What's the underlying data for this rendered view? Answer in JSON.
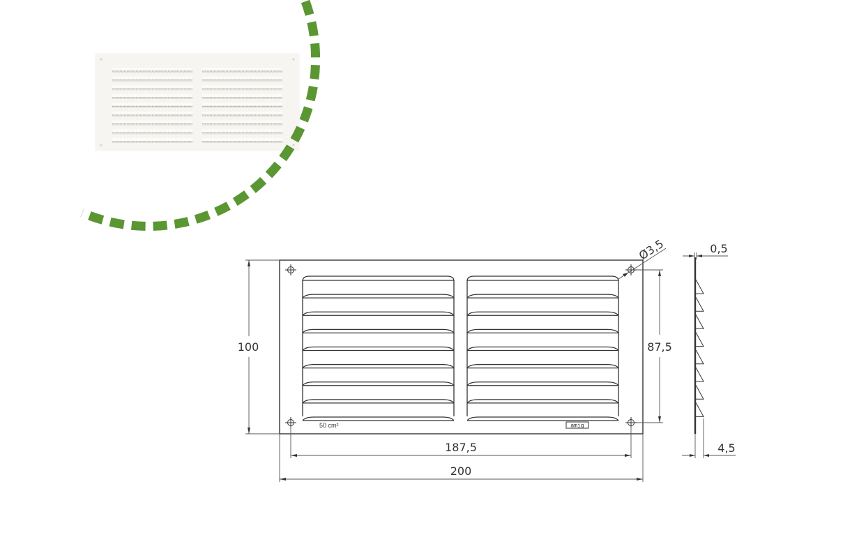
{
  "product_photo": {
    "description": "white rectangular ventilation grille with horizontal louvers",
    "louver_rows_per_panel": 9,
    "panels": 2
  },
  "decoration": {
    "arc_color": "#5a9632",
    "arc_style": "dashed"
  },
  "drawing": {
    "front_view": {
      "label_area": "50 cm²",
      "brand_mark": "amig",
      "louvers_per_panel": 8,
      "panels": 2
    },
    "dimensions": {
      "overall_height": "100",
      "overall_width": "200",
      "hole_spacing_width": "187,5",
      "hole_spacing_height": "87,5",
      "hole_diameter": "Ø3,5",
      "plate_thickness": "0,5",
      "louver_depth": "4,5"
    },
    "line_color": "#333333"
  }
}
